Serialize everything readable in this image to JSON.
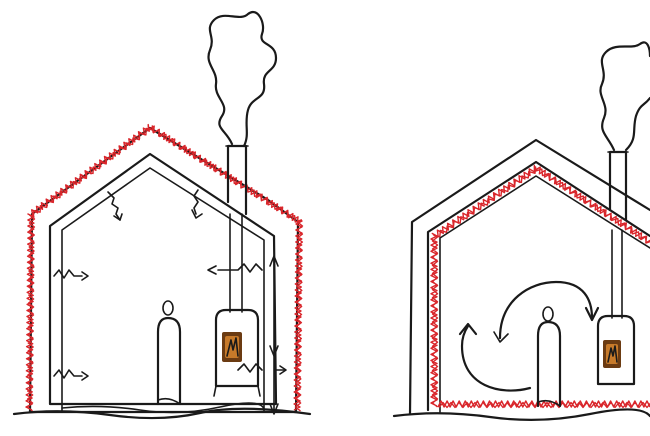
{
  "diagram": {
    "panels": [
      {
        "id": "left",
        "insulation": "outer-envelope",
        "stove": "chimney-stove",
        "heat_flow": "radiant-loss-through-walls"
      },
      {
        "id": "right",
        "insulation": "inner-envelope",
        "stove": "chimney-stove",
        "heat_flow": "convective-circulation"
      }
    ],
    "colors": {
      "ink": "#1a1a1a",
      "insulation": "#d9262b",
      "fire": "#c77a2a",
      "fire_dark": "#6b3b12"
    },
    "icons": [
      "house-outline-icon",
      "chimney-icon",
      "smoke-icon",
      "stove-icon",
      "person-icon",
      "heat-arrow-icon",
      "circulation-arrow-icon"
    ]
  }
}
